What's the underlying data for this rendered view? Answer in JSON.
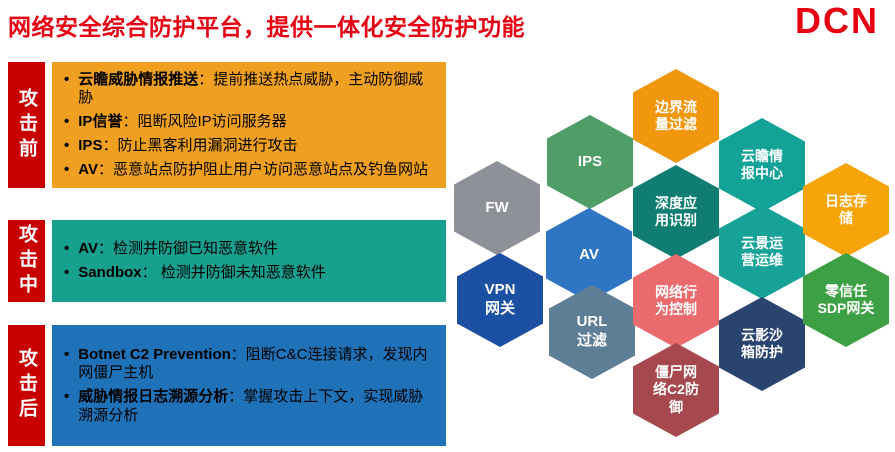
{
  "ui": {
    "bullet": "•"
  },
  "header": {
    "title": "网络安全综合防护平台，提供一体化安全防护功能",
    "logo": "DCN",
    "brand_red": "#e60012"
  },
  "phases": [
    {
      "label": "攻击前",
      "label_color": "#c80000",
      "panel_color": "#efa021",
      "items": [
        {
          "term": "云瞻威胁情报推送",
          "desc": "：提前推送热点威胁，主动防御威胁"
        },
        {
          "term": "IP信誉",
          "desc": "：阻断风险IP访问服务器"
        },
        {
          "term": "IPS",
          "desc": "：防止黑客利用漏洞进行攻击"
        },
        {
          "term": "AV",
          "desc": "：恶意站点防护阻止用户访问恶意站点及钓鱼网站"
        }
      ]
    },
    {
      "label": "攻击中",
      "label_color": "#c80000",
      "panel_color": "#17a08d",
      "items": [
        {
          "term": "AV",
          "desc": "：检测并防御已知恶意软件"
        },
        {
          "term": "Sandbox",
          "desc": "： 检测并防御未知恶意软件"
        }
      ]
    },
    {
      "label": "攻击后",
      "label_color": "#c80000",
      "panel_color": "#2072b8",
      "items": [
        {
          "term": "Botnet C2 Prevention",
          "desc": "：阻断C&C连接请求，发现内网僵尸主机"
        },
        {
          "term": "威胁情报日志溯源分析",
          "desc": "：掌握攻击上下文，实现威胁溯源分析"
        }
      ]
    }
  ],
  "hexagons": [
    {
      "id": "fw",
      "label": "FW",
      "color": "#8e9298"
    },
    {
      "id": "ips",
      "label": "IPS",
      "color": "#4f9e68"
    },
    {
      "id": "av",
      "label": "AV",
      "color": "#2e75c4"
    },
    {
      "id": "vpn-gateway",
      "label": "VPN网关",
      "color": "#1c50a2"
    },
    {
      "id": "url-filter",
      "label": "URL过滤",
      "color": "#5e7e95"
    },
    {
      "id": "boundary-traffic-filter",
      "label": "边界流量过滤",
      "color": "#f0970e"
    },
    {
      "id": "deep-app-identification",
      "label": "深度应用识别",
      "color": "#0f7d72"
    },
    {
      "id": "network-behavior-control",
      "label": "网络行为控制",
      "color": "#e96b6e"
    },
    {
      "id": "botnet-c2-defense",
      "label": "僵尸网络C2防御",
      "color": "#a6494f"
    },
    {
      "id": "yunzhan-intel-center",
      "label": "云瞻情报中心",
      "color": "#13a396"
    },
    {
      "id": "yunjing-ops",
      "label": "云景运营运维",
      "color": "#16a296"
    },
    {
      "id": "yunying-sandbox-protection",
      "label": "云影沙箱防护",
      "color": "#2a4470"
    },
    {
      "id": "log-storage",
      "label": "日志存储",
      "color": "#f5a50a"
    },
    {
      "id": "zero-trust-sdp-gateway",
      "label": "零信任SDP网关",
      "color": "#3da044"
    }
  ]
}
